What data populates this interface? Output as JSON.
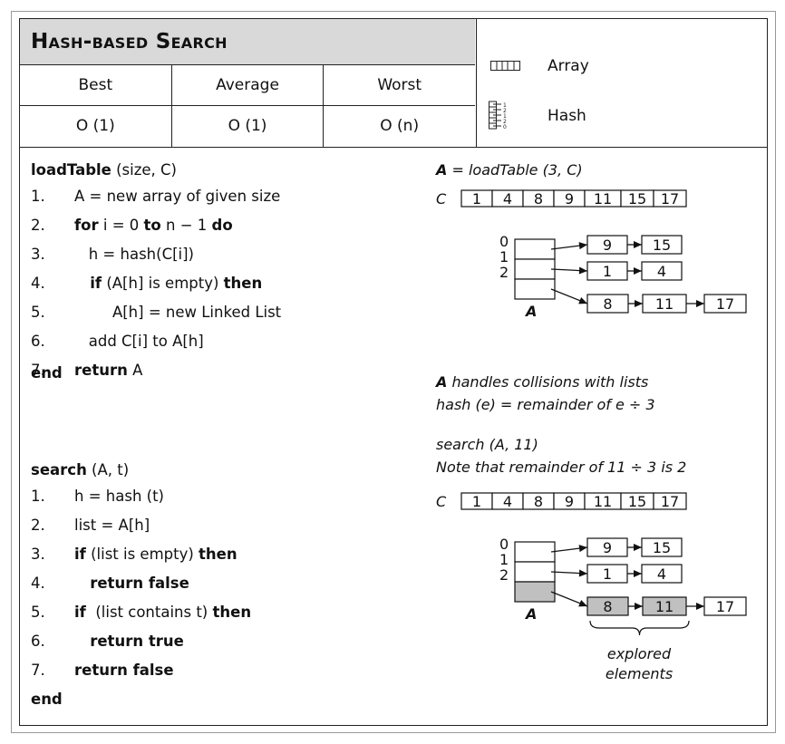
{
  "title": "Hash-based Search",
  "complexity": {
    "headers": [
      "Best",
      "Average",
      "Worst"
    ],
    "values": [
      "O (1)",
      "O (1)",
      "O (n)"
    ]
  },
  "legend": {
    "array_label": "Array",
    "hash_label": "Hash",
    "array_icon": "array-icon",
    "hash_icon": "hash-icon"
  },
  "load_table": {
    "signature_name": "loadTable",
    "signature_args": " (size, C)",
    "lines": [
      {
        "num": "1.",
        "parts": [
          {
            "t": "A = new array of given size",
            "b": false
          }
        ]
      },
      {
        "num": "2.",
        "parts": [
          {
            "t": "for",
            "b": true
          },
          {
            "t": " i = 0 ",
            "b": false
          },
          {
            "t": "to",
            "b": true
          },
          {
            "t": " n − 1 ",
            "b": false
          },
          {
            "t": "do",
            "b": true
          }
        ]
      },
      {
        "num": "3.",
        "parts": [
          {
            "t": "   h = hash(C[i])",
            "b": false
          }
        ]
      },
      {
        "num": "4.",
        "parts": [
          {
            "t": "   if",
            "b": true
          },
          {
            "t": " (A[h] is empty) ",
            "b": false
          },
          {
            "t": "then",
            "b": true
          }
        ]
      },
      {
        "num": "5.",
        "parts": [
          {
            "t": "        A[h] = new Linked List",
            "b": false
          }
        ]
      },
      {
        "num": "6.",
        "parts": [
          {
            "t": "   add C[i] to A[h]",
            "b": false
          }
        ]
      },
      {
        "num": "7.",
        "parts": [
          {
            "t": "return",
            "b": true
          },
          {
            "t": " A",
            "b": false
          }
        ]
      }
    ],
    "end": "end"
  },
  "search": {
    "signature_name": "search",
    "signature_args": " (A, t)",
    "lines": [
      {
        "num": "1.",
        "parts": [
          {
            "t": "h = hash (t)",
            "b": false
          }
        ]
      },
      {
        "num": "2.",
        "parts": [
          {
            "t": "list = A[h]",
            "b": false
          }
        ]
      },
      {
        "num": "3.",
        "parts": [
          {
            "t": "if",
            "b": true
          },
          {
            "t": " (list is empty) ",
            "b": false
          },
          {
            "t": "then",
            "b": true
          }
        ]
      },
      {
        "num": "4.",
        "parts": [
          {
            "t": "   return false",
            "b": true
          }
        ]
      },
      {
        "num": "5.",
        "parts": [
          {
            "t": "if",
            "b": true
          },
          {
            "t": "  (list contains t) ",
            "b": false
          },
          {
            "t": "then",
            "b": true
          }
        ]
      },
      {
        "num": "6.",
        "parts": [
          {
            "t": "   return true",
            "b": true
          }
        ]
      },
      {
        "num": "7.",
        "parts": [
          {
            "t": "return false",
            "b": true
          }
        ]
      }
    ],
    "end": "end"
  },
  "diagram": {
    "assign_bold": "A",
    "assign_rest": " = loadTable (3, C)",
    "array_name": "C",
    "array_values": [
      "1",
      "4",
      "8",
      "9",
      "11",
      "15",
      "17"
    ],
    "table_name": "A",
    "index_labels": [
      "0",
      "1",
      "2"
    ],
    "chains": [
      [
        "9",
        "15"
      ],
      [
        "1",
        "4"
      ],
      [
        "8",
        "11",
        "17"
      ]
    ],
    "note1_bold": "A",
    "note1_rest": " handles collisions with lists",
    "note2": "hash (e) = remainder of e ÷ 3",
    "search_call": "search (A, 11)",
    "search_note": "Note that remainder of 11 ÷ 3 is 2",
    "explored_line1": "explored",
    "explored_line2": "elements",
    "highlight_color": "#c0c0c0"
  }
}
